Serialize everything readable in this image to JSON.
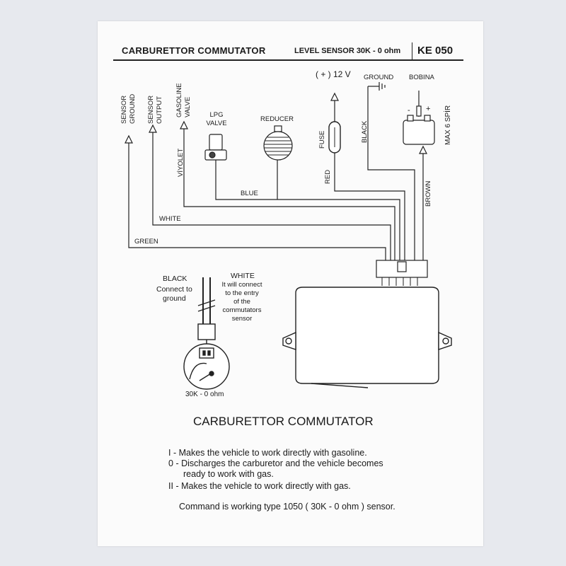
{
  "header": {
    "title": "CARBURETTOR COMMUTATOR",
    "level_sensor": "LEVEL SENSOR 30K - 0 ohm",
    "model": "KE 050"
  },
  "labels": {
    "sensor_ground": [
      "SENSOR",
      "GROUND"
    ],
    "sensor_output": [
      "SENSOR",
      "OUTPUT"
    ],
    "gasoline_valve": [
      "GASOLINE",
      "VALVE"
    ],
    "lpg_valve": [
      "LPG",
      "VALVE"
    ],
    "reducer": "REDUCER",
    "plus_12v": "( + ) 12 V",
    "ground": "GROUND",
    "bobina": "BOBINA",
    "max_6_spir": "MAX 6 SPİR",
    "fuse": "FUSE",
    "red": "RED",
    "black_wire": "BLACK",
    "brown": "BROWN",
    "viyolet": "VİYOLET",
    "blue": "BLUE",
    "white": "WHITE",
    "green": "GREEN",
    "coil_minus": "-",
    "coil_plus": "+"
  },
  "sensor": {
    "black": "BLACK",
    "connect_to": "Connect to",
    "ground": "ground",
    "white": "WHITE",
    "white_note": [
      "It will connect",
      "to the entry",
      "of the",
      "commutators",
      "sensor"
    ],
    "ohm": "30K - 0 ohm"
  },
  "footer": {
    "title": "CARBURETTOR COMMUTATOR",
    "lines": [
      {
        "key": "I",
        "text": "- Makes the vehicle to work directly with gasoline."
      },
      {
        "key": "0",
        "text": "- Discharges the carburetor and the vehicle becomes"
      },
      {
        "key": "",
        "text": "ready to work with gas."
      },
      {
        "key": "II",
        "text": "- Makes the vehicle to work directly with gas."
      }
    ],
    "command": "Command is working type 1050 ( 30K - 0 ohm ) sensor."
  },
  "colors": {
    "background": "#e7e9ee",
    "paper": "#fbfbfb",
    "ink": "#1a1a1a"
  }
}
